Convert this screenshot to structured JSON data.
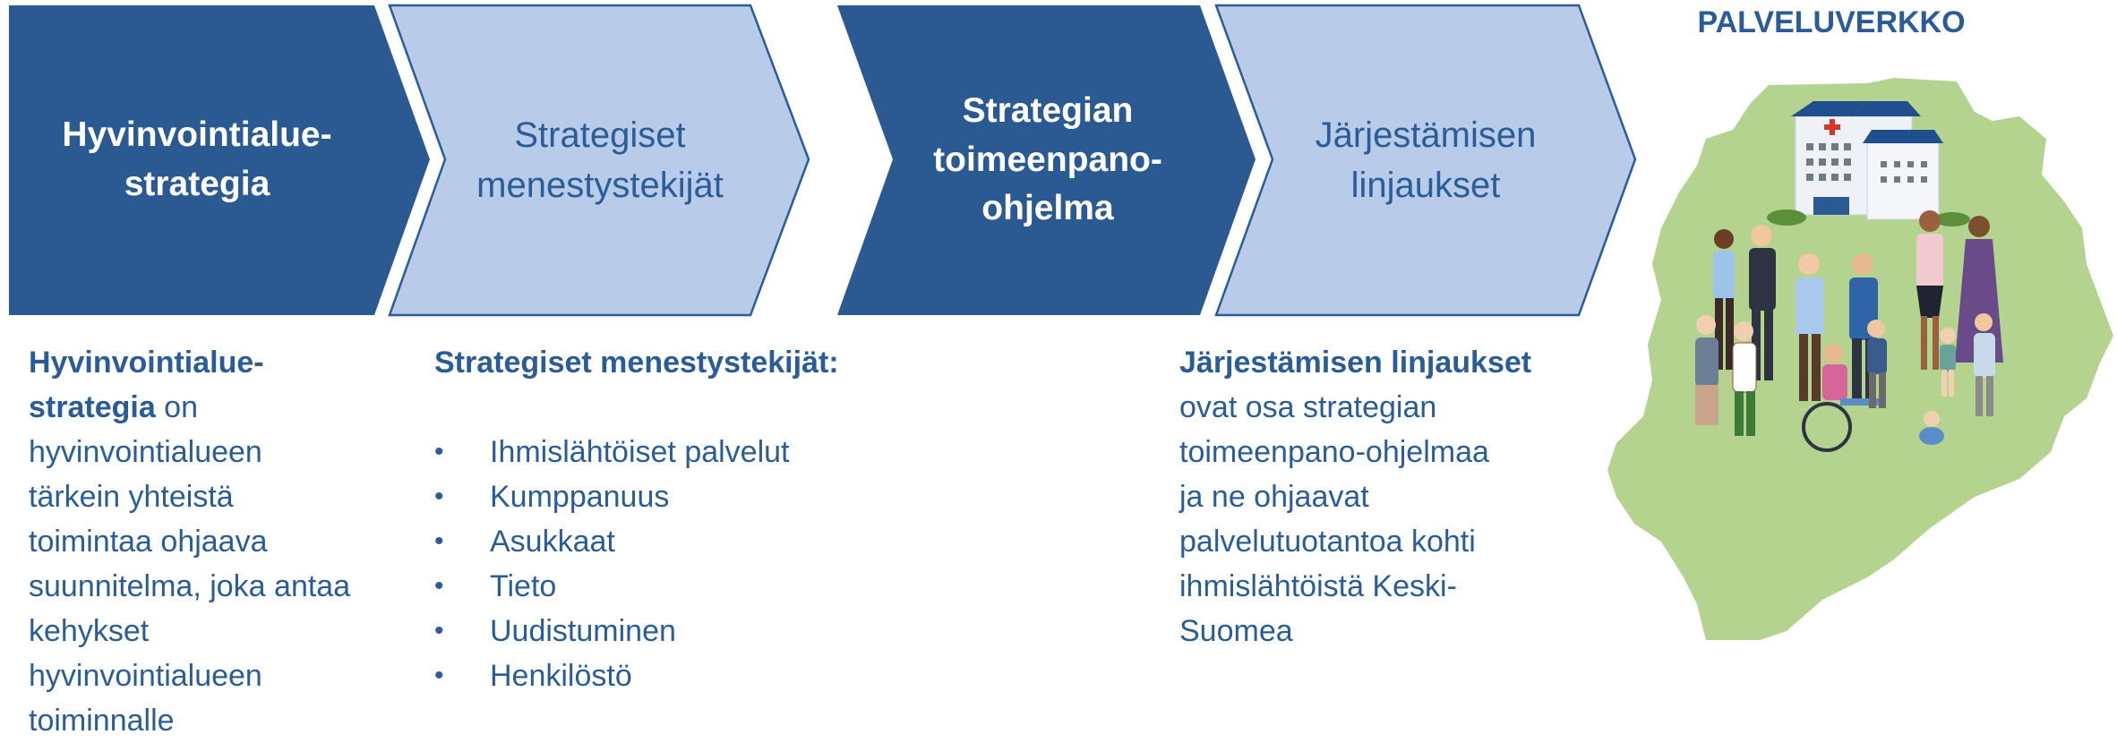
{
  "colors": {
    "dark_blue": "#2a5a91",
    "light_blue": "#b8cbe8",
    "outline": "#2a5d97",
    "text_blue": "#2a5d97",
    "map_green": "#b3d38f"
  },
  "chevrons": [
    {
      "style": "dark",
      "lines": [
        "Hyvinvointialue-",
        "strategia"
      ]
    },
    {
      "style": "light",
      "lines": [
        "Strategiset",
        "menestystekijät"
      ]
    },
    {
      "style": "dark",
      "lines": [
        "Strategian",
        "toimeenpano-",
        "ohjelma"
      ]
    },
    {
      "style": "light",
      "lines": [
        "Järjestämisen",
        "linjaukset"
      ]
    }
  ],
  "strategy_text": {
    "bold_line1": "Hyvinvointialue-",
    "bold_line2": "strategia",
    "rest_line2": " on",
    "lines": [
      "hyvinvointialueen",
      "tärkein yhteistä",
      "toimintaa ohjaava",
      "suunnitelma, joka antaa",
      "kehykset",
      "hyvinvointialueen",
      "toiminnalle"
    ]
  },
  "success_factors": {
    "heading": "Strategiset menestystekijät:",
    "items": [
      "Ihmislähtöiset palvelut",
      "Kumppanuus",
      "Asukkaat",
      "Tieto",
      "Uudistuminen",
      "Henkilöstö"
    ]
  },
  "organizing_text": {
    "heading": "Järjestämisen linjaukset",
    "lines": [
      "ovat osa strategian",
      "toimeenpano-ohjelmaa",
      "ja ne ohjaavat",
      "palvelutuotantoa kohti",
      "ihmislähtöistä Keski-",
      "Suomea"
    ]
  },
  "service_network": {
    "title": "PALVELUVERKKO",
    "illustration": "map-with-hospital-and-people"
  }
}
